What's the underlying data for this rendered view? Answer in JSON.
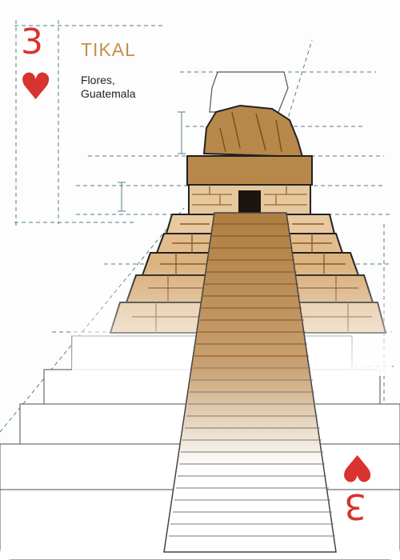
{
  "card": {
    "rank": "3",
    "suit_icon": "heart-icon",
    "suit_glyph": "♥",
    "title": "TIKAL",
    "location_line1": "Flores,",
    "location_line2": "Guatemala"
  },
  "colors": {
    "suit": "#d8332f",
    "title": "#c2904a",
    "stone": "#a9783d",
    "blueprint": "#4f7f86"
  }
}
